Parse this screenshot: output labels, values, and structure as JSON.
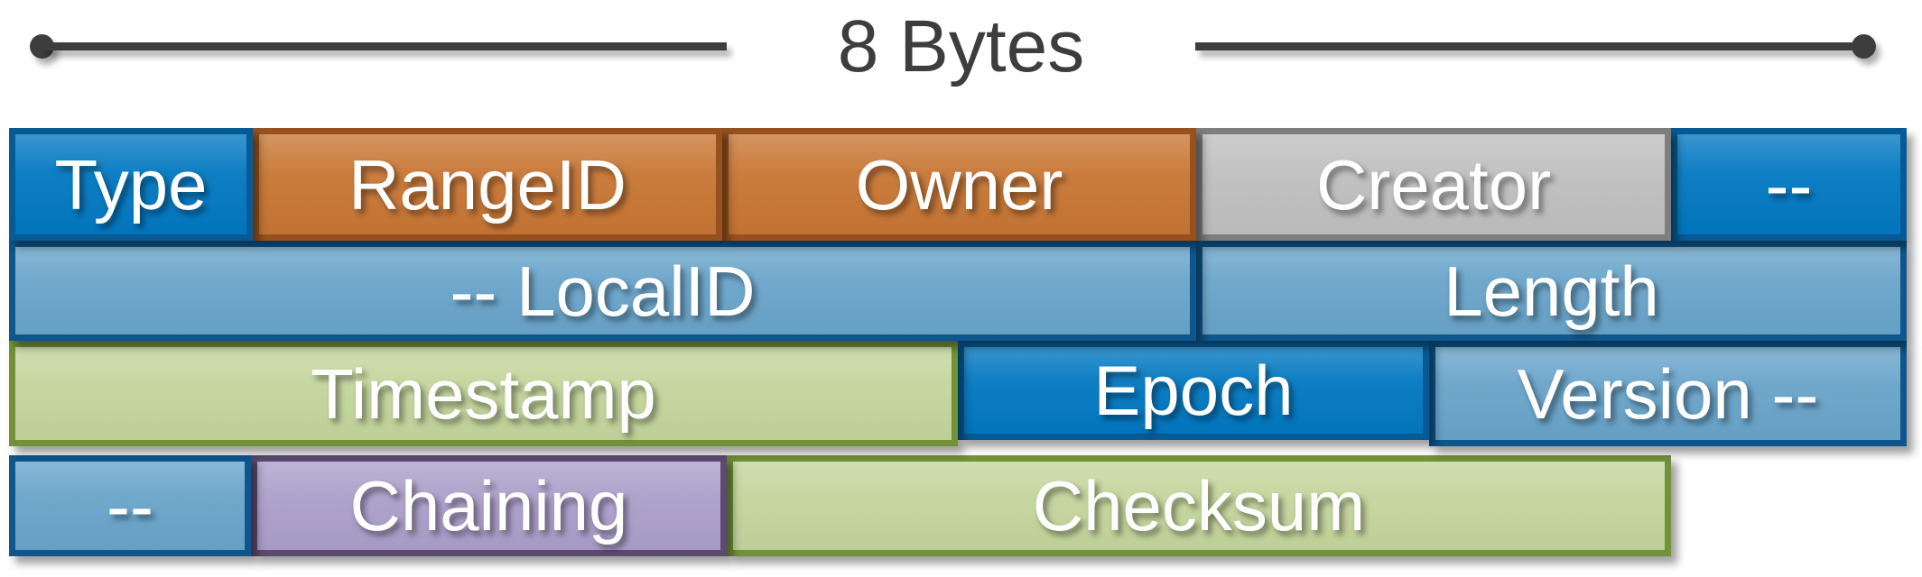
{
  "ruler": {
    "label": "8 Bytes",
    "total_bytes": 8,
    "line_color": "#3d3d3d"
  },
  "diagram": {
    "description": "8-byte-wide field layout, four rows of fields",
    "rows": [
      {
        "name": "word-1",
        "cells": [
          {
            "label": "Type",
            "bytes": 1,
            "color_key": "blue"
          },
          {
            "label": "RangeID",
            "bytes": 2,
            "color_key": "orange"
          },
          {
            "label": "Owner",
            "bytes": 2,
            "color_key": "orange"
          },
          {
            "label": "Creator",
            "bytes": 2,
            "color_key": "gray"
          },
          {
            "label": "--",
            "bytes": 1,
            "color_key": "blue"
          }
        ]
      },
      {
        "name": "word-2",
        "cells": [
          {
            "label": "-- LocalID",
            "bytes": 5,
            "color_key": "steel"
          },
          {
            "label": "Length",
            "bytes": 3,
            "color_key": "steel"
          }
        ]
      },
      {
        "name": "word-3",
        "cells": [
          {
            "label": "Timestamp",
            "bytes": 4,
            "color_key": "green"
          },
          {
            "label": "Epoch",
            "bytes": 2,
            "color_key": "blue"
          },
          {
            "label": "Version --",
            "bytes": 2,
            "color_key": "steel"
          }
        ]
      },
      {
        "name": "word-4",
        "cells": [
          {
            "label": "--",
            "bytes": 1,
            "color_key": "steel"
          },
          {
            "label": "Chaining",
            "bytes": 2,
            "color_key": "purple"
          },
          {
            "label": "Checksum",
            "bytes": 4,
            "color_key": "green"
          }
        ]
      }
    ]
  },
  "palette": {
    "blue_fill": "#0278c1",
    "blue_border": "#085a94",
    "steel_fill": "#69a4ca",
    "steel_border": "#0e568c",
    "orange_fill": "#c87634",
    "orange_border": "#96511e",
    "gray_fill": "#bfbfbf",
    "gray_border": "#7e7e7e",
    "green_fill": "#c4d59c",
    "green_border": "#719239",
    "purple_fill": "#ab9fca",
    "purple_border": "#5c4a71",
    "text_on_cells": "#ffffff",
    "ruler_text": "#3d3d3d"
  }
}
